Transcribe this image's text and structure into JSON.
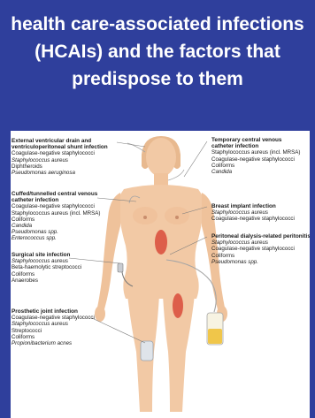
{
  "title": "health care-associated infections (HCAIs) and the factors that predispose to them",
  "colors": {
    "background": "#2f3f9c",
    "panel": "#ffffff",
    "skin": "#f2c9a5",
    "lesion": "#d94b3a"
  },
  "labels": {
    "evd": {
      "heading": [
        "External ventricular drain and",
        "ventriculoperitoneal shunt infection"
      ],
      "items": [
        {
          "text": "Coagulase-negative staphylococci",
          "italic": false
        },
        {
          "text": "Staphylococcus aureus",
          "italic": true
        },
        {
          "text": "Diphtheroids",
          "italic": false
        },
        {
          "text": "Pseudomonas aeruginosa",
          "italic": true
        }
      ]
    },
    "cuffed": {
      "heading": [
        "Cuffed/tunnelled central venous",
        "catheter infection"
      ],
      "items": [
        {
          "text": "Coagulase-negative staphylococci",
          "italic": false
        },
        {
          "text": "Staphylococcus aureus (incl. MRSA)",
          "italic": false
        },
        {
          "text": "Coliforms",
          "italic": false
        },
        {
          "text": "Candida",
          "italic": true
        },
        {
          "text": "Pseudomonas spp.",
          "italic": true
        },
        {
          "text": "Enterococcus spp.",
          "italic": true
        }
      ]
    },
    "surgical": {
      "heading": [
        "Surgical site infection"
      ],
      "items": [
        {
          "text": "Staphylococcus aureus",
          "italic": true
        },
        {
          "text": "Beta-haemolytic streptococci",
          "italic": false
        },
        {
          "text": "Coliforms",
          "italic": false
        },
        {
          "text": "Anaerobes",
          "italic": false
        }
      ]
    },
    "prosthetic": {
      "heading": [
        "Prosthetic joint infection"
      ],
      "items": [
        {
          "text": "Coagulase-negative staphylococci",
          "italic": false
        },
        {
          "text": "Staphylococcus aureus",
          "italic": true
        },
        {
          "text": "Streptococci",
          "italic": false
        },
        {
          "text": "Coliforms",
          "italic": false
        },
        {
          "text": "Propionibacterium acnes",
          "italic": true
        }
      ]
    },
    "temporary": {
      "heading": [
        "Temporary central venous",
        "catheter infection"
      ],
      "items": [
        {
          "text": "Staphylococcus aureus (incl. MRSA)",
          "italic": false
        },
        {
          "text": "Coagulase-negative staphylococci",
          "italic": false
        },
        {
          "text": "Coliforms",
          "italic": false
        },
        {
          "text": "Candida",
          "italic": true
        }
      ]
    },
    "breast": {
      "heading": [
        "Breast implant infection"
      ],
      "items": [
        {
          "text": "Staphylococcus aureus",
          "italic": true
        },
        {
          "text": "Coagulase-negative staphylococci",
          "italic": false
        }
      ]
    },
    "peritoneal": {
      "heading": [
        "Peritoneal dialysis-related peritonitis"
      ],
      "items": [
        {
          "text": "Staphylococcus aureus",
          "italic": true
        },
        {
          "text": "Coagulase-negative staphylococci",
          "italic": false
        },
        {
          "text": "Coliforms",
          "italic": false
        },
        {
          "text": "Pseudomonas spp.",
          "italic": true
        }
      ]
    }
  }
}
